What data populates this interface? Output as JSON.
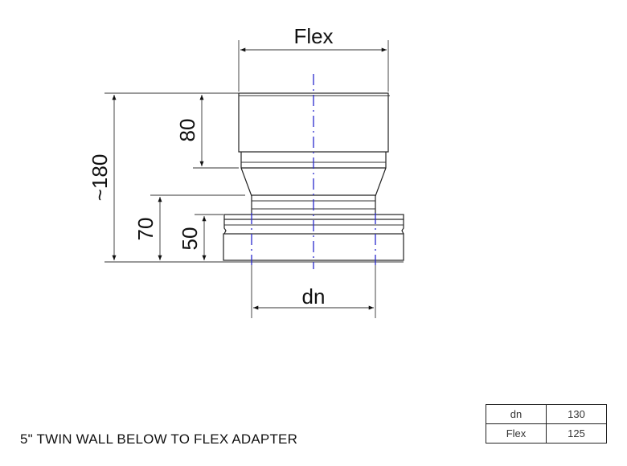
{
  "drawing": {
    "dimensions": {
      "flex_label": "Flex",
      "dn_label": "dn",
      "overall_height": "~180",
      "top_height": "80",
      "lower_height": "70",
      "socket_height": "50"
    },
    "centerline_color": "#2a2acc"
  },
  "title": "5\" TWIN WALL BELOW TO FLEX ADAPTER",
  "spec_table": {
    "rows": [
      {
        "label": "dn",
        "value": "130"
      },
      {
        "label": "Flex",
        "value": "125"
      }
    ]
  }
}
